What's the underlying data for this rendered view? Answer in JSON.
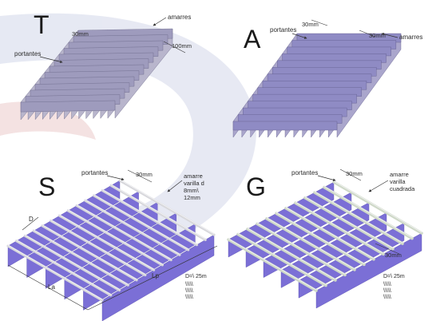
{
  "colors": {
    "bar": "#7b6fd6",
    "bar_dark": "#5a50b0",
    "bar_side": "#9a95b8",
    "gray_face": "#c9c9cf",
    "gray_side": "#8d8d96",
    "rod": "#d8d8dc",
    "watermark_blue": "#dfe3ef",
    "watermark_red": "#f3dede"
  },
  "panels": {
    "T": {
      "letter": "T",
      "labels": {
        "portantes": "portantes",
        "amarres": "amarres",
        "spacing_a": "30mm",
        "spacing_b": "100mm"
      }
    },
    "A": {
      "letter": "A",
      "labels": {
        "portantes": "portantes",
        "amarres": "amarres",
        "spacing_a": "30mm",
        "spacing_b": "30mm"
      }
    },
    "S": {
      "letter": "S",
      "labels": {
        "portantes": "portantes",
        "spacing": "30mm",
        "amarre_lines": [
          "amarre",
          "varilla d",
          "8mm\\",
          "12mm"
        ],
        "dim_D": "D",
        "dim_La": "La",
        "dim_Lp": "Lp",
        "note": "D=\\ 25m",
        "note_marks": [
          "\\\\\\\\\\",
          "\\\\\\\\\\",
          "\\\\\\\\\\"
        ]
      }
    },
    "G": {
      "letter": "G",
      "labels": {
        "portantes": "portantes",
        "spacing_a": "30mm",
        "spacing_b": "30mm",
        "amarre_lines": [
          "amarre",
          "varilla",
          "cuadrada"
        ],
        "note": "D=\\ 25m",
        "note_marks": [
          "\\\\\\\\\\",
          "\\\\\\\\\\",
          "\\\\\\\\\\"
        ]
      }
    }
  }
}
